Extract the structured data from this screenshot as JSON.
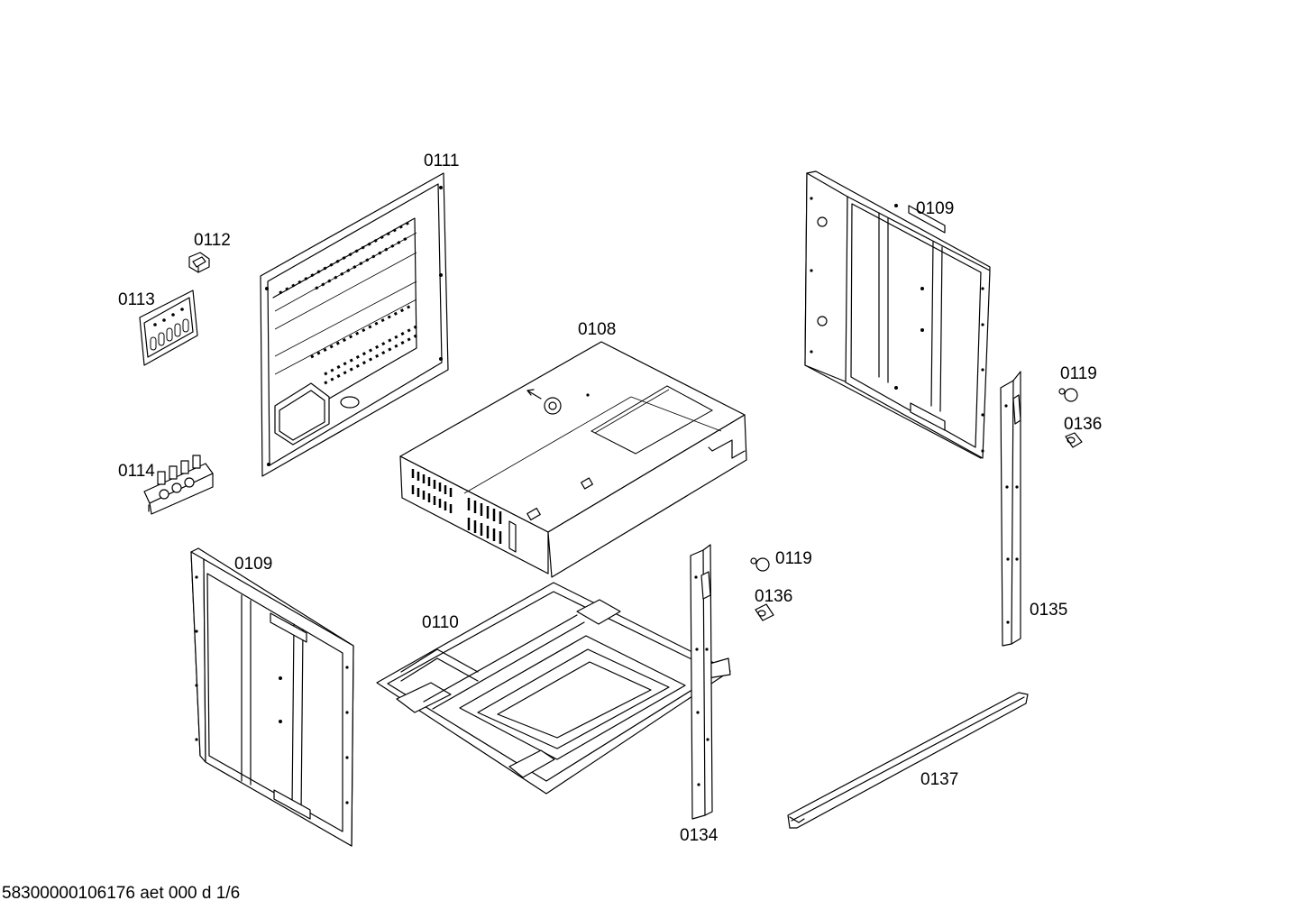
{
  "parts": [
    {
      "id": "0111",
      "label": "0111"
    },
    {
      "id": "0112",
      "label": "0112"
    },
    {
      "id": "0113",
      "label": "0113"
    },
    {
      "id": "0114",
      "label": "0114"
    },
    {
      "id": "0108",
      "label": "0108"
    },
    {
      "id": "0109a",
      "label": "0109"
    },
    {
      "id": "0109b",
      "label": "0109"
    },
    {
      "id": "0110",
      "label": "0110"
    },
    {
      "id": "0119a",
      "label": "0119"
    },
    {
      "id": "0119b",
      "label": "0119"
    },
    {
      "id": "0136a",
      "label": "0136"
    },
    {
      "id": "0136b",
      "label": "0136"
    },
    {
      "id": "0134",
      "label": "0134"
    },
    {
      "id": "0135",
      "label": "0135"
    },
    {
      "id": "0137",
      "label": "0137"
    }
  ],
  "footer": {
    "text": "58300000106176 aet 000 d 1/6"
  }
}
